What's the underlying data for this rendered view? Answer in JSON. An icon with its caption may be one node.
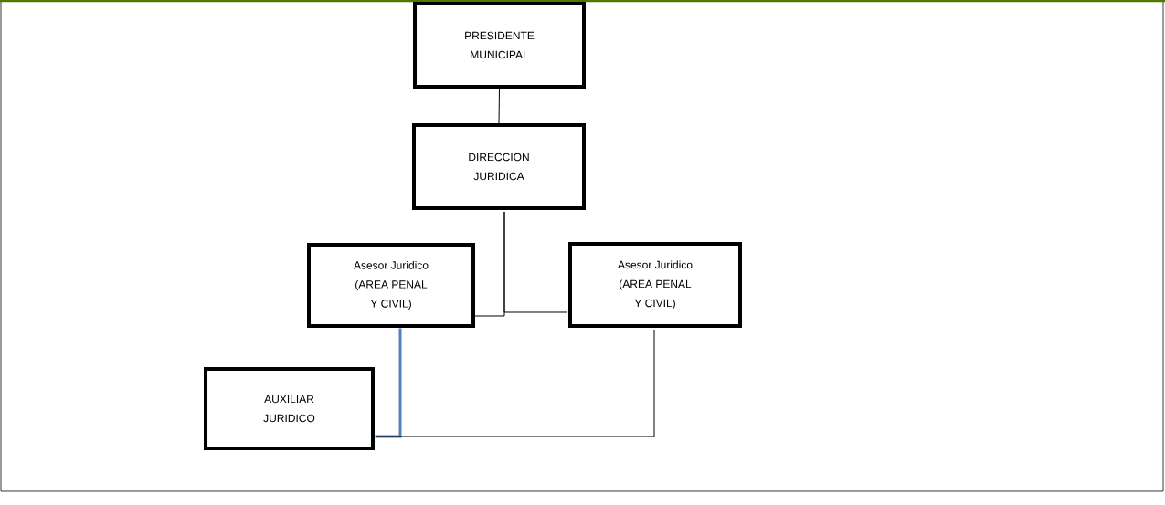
{
  "diagram": {
    "nodes": [
      {
        "text": [
          "PRESIDENTE MUNICIPAL"
        ]
      },
      {
        "text": [
          "DIRECCION JURIDICA"
        ]
      },
      {
        "text": [
          "Asesor Juridico (AREA PENAL Y CIVIL)"
        ]
      },
      {
        "text": [
          "Asesor Juridico (AREA PENAL Y CIVIL)"
        ]
      },
      {
        "text": [
          "AUXILIAR JURIDICO"
        ]
      }
    ],
    "edges": [
      {
        "from": 0,
        "to": 1,
        "arrow": "none"
      },
      {
        "from": 1,
        "to": 2,
        "arrow": "none"
      },
      {
        "from": 1,
        "to": 3,
        "arrow": "none"
      },
      {
        "from": 2,
        "to": 4,
        "arrow": "none",
        "style": "thick",
        "color": "#4f81bd"
      },
      {
        "from": 3,
        "to": 4,
        "arrow": "none"
      }
    ]
  }
}
